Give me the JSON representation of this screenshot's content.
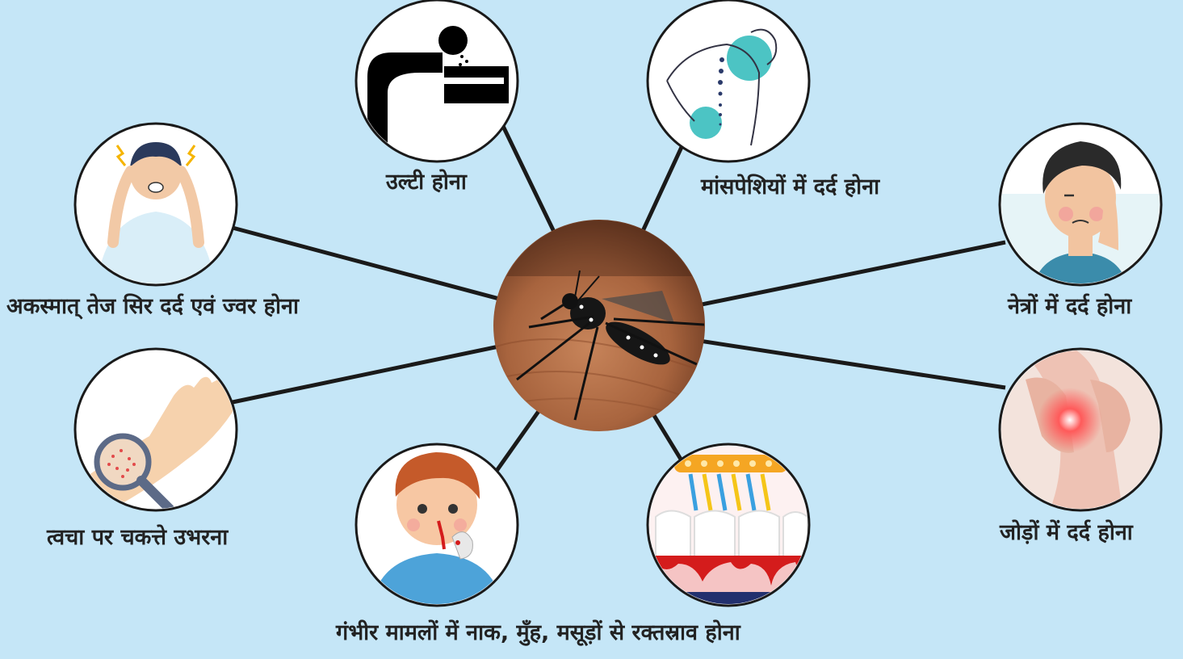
{
  "center": {
    "icon": "mosquito-on-skin"
  },
  "symptoms": [
    {
      "id": "vomiting",
      "label": "उल्टी होना",
      "icon": "vomiting-icon"
    },
    {
      "id": "muscle-pain",
      "label": "मांसपेशियों में दर्द होना",
      "icon": "muscle-pain-icon"
    },
    {
      "id": "headache-fever",
      "label": "अकस्मात् तेज सिर दर्द एवं ज्वर होना",
      "icon": "headache-icon"
    },
    {
      "id": "eye-pain",
      "label": "नेत्रों में दर्द होना",
      "icon": "eye-pain-icon"
    },
    {
      "id": "skin-rash",
      "label": "त्वचा पर चकत्ते उभरना",
      "icon": "skin-rash-icon"
    },
    {
      "id": "joint-pain",
      "label": "जोड़ों में दर्द होना",
      "icon": "knee-pain-icon"
    },
    {
      "id": "nose-bleed",
      "label": "गंभीर मामलों में नाक, मुँह, मसूड़ों से रक्तस्राव होना",
      "icon": "nose-bleed-icon"
    },
    {
      "id": "gum-bleed",
      "label": "",
      "icon": "bleeding-gums-icon"
    }
  ],
  "colors": {
    "background": "#c5e6f7",
    "connector": "#1a1a1a",
    "circle_border": "#1a1a1a",
    "accent_teal": "#3fbfbf",
    "blood_red": "#d41c1c"
  }
}
